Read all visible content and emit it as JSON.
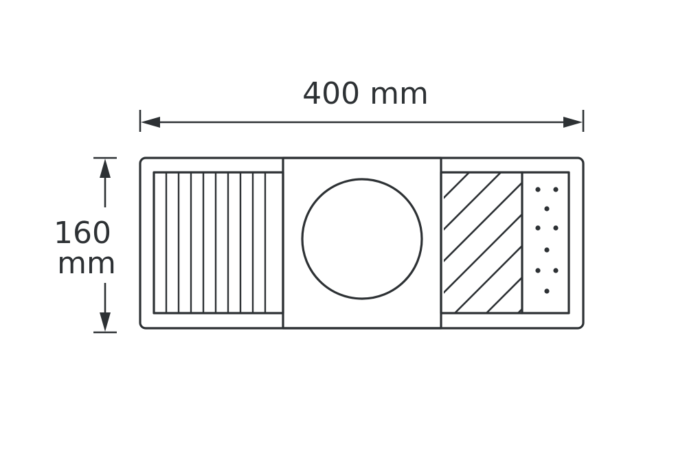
{
  "dimensions": {
    "width_label": "400 mm",
    "height_value": "160",
    "height_unit": "mm"
  },
  "colors": {
    "line": "#2d3134",
    "background": "#ffffff",
    "tray_fill": "#ffffff"
  },
  "tray": {
    "sections": [
      {
        "name": "vertical-slats",
        "pattern": "vertical-lines"
      },
      {
        "name": "round-bowl",
        "pattern": "circle"
      },
      {
        "name": "diagonal-grill",
        "pattern": "diagonal-lines"
      },
      {
        "name": "dotted-panel",
        "pattern": "dots"
      }
    ]
  }
}
